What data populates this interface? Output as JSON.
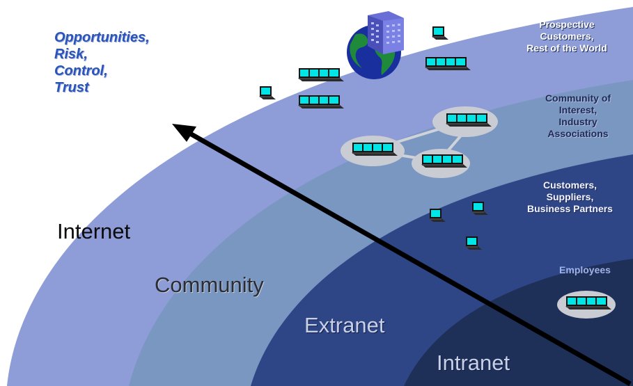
{
  "goals": [
    "Opportunities,",
    "Risk,",
    "Control,",
    "Trust"
  ],
  "rings": {
    "internet": "Internet",
    "community": "Community",
    "extranet": "Extranet",
    "intranet": "Intranet"
  },
  "audiences": {
    "internet": [
      "Prospective",
      "Customers,",
      "Rest of the World"
    ],
    "community": [
      "Community of",
      "Interest,",
      "Industry",
      "Associations"
    ],
    "extranet": [
      "Customers,",
      "Suppliers,",
      "Business Partners"
    ],
    "intranet": [
      "Employees"
    ]
  },
  "colors": {
    "internet": "#8e9cd8",
    "community": "#7a97c2",
    "extranet": "#2e4586",
    "intranet": "#1e2f58",
    "computer_screen": "#00e5e5",
    "arrow": "#000000"
  },
  "icons": [
    "globe-icon",
    "building-icon",
    "computer-icon",
    "computer-group-icon",
    "arrow-icon"
  ]
}
